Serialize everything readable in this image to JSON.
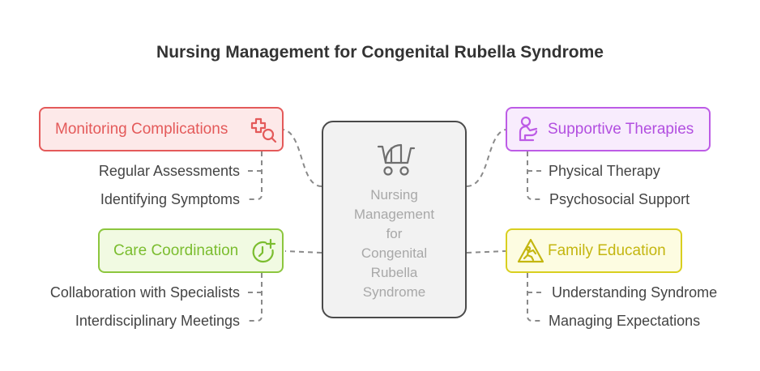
{
  "title": "Nursing Management for Congenital Rubella Syndrome",
  "center": {
    "lines": [
      "Nursing",
      "Management",
      "for",
      "Congenital",
      "Rubella",
      "Syndrome"
    ],
    "icon": "baby-carriage-icon"
  },
  "branches": {
    "monitoring": {
      "label": "Monitoring Complications",
      "icon": "medical-search-icon",
      "color": "#e45a5a",
      "items": [
        "Regular Assessments",
        "Identifying Symptoms"
      ]
    },
    "care": {
      "label": "Care Coordination",
      "icon": "clock-plus-icon",
      "color": "#8cc63e",
      "items": [
        "Collaboration with Specialists",
        "Interdisciplinary Meetings"
      ]
    },
    "supportive": {
      "label": "Supportive Therapies",
      "icon": "person-support-icon",
      "color": "#bd5ce6",
      "items": [
        "Physical Therapy",
        "Psychosocial Support"
      ]
    },
    "family": {
      "label": "Family Education",
      "icon": "warning-sign-icon",
      "color": "#d9cf1f",
      "items": [
        "Understanding Syndrome",
        "Managing Expectations"
      ]
    }
  }
}
